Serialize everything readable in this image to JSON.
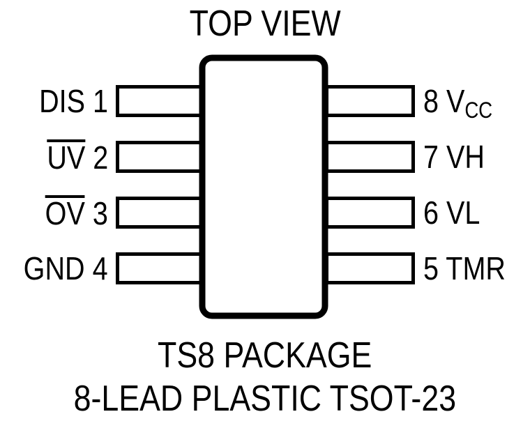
{
  "title": "TOP VIEW",
  "package": {
    "body_shape": "rounded-rectangle",
    "lead_count": 8,
    "outline_color": "#000000",
    "fill_color": "#ffffff"
  },
  "pins": {
    "left": [
      {
        "number": "1",
        "name": "DIS",
        "active_low": false,
        "label": "DIS 1"
      },
      {
        "number": "2",
        "name": "UV",
        "active_low": true,
        "label": "UV 2"
      },
      {
        "number": "3",
        "name": "OV",
        "active_low": true,
        "label": "OV 3"
      },
      {
        "number": "4",
        "name": "GND",
        "active_low": false,
        "label": "GND 4"
      }
    ],
    "right": [
      {
        "number": "8",
        "name": "VCC",
        "base": "V",
        "subscript": "CC",
        "label": "8 VCC"
      },
      {
        "number": "7",
        "name": "VH",
        "base": "VH",
        "subscript": "",
        "label": "7 VH"
      },
      {
        "number": "6",
        "name": "VL",
        "base": "VL",
        "subscript": "",
        "label": "6 VL"
      },
      {
        "number": "5",
        "name": "TMR",
        "base": "TMR",
        "subscript": "",
        "label": "5 TMR"
      }
    ]
  },
  "caption": {
    "line1": "TS8 PACKAGE",
    "line2": "8-LEAD PLASTIC TSOT-23"
  }
}
